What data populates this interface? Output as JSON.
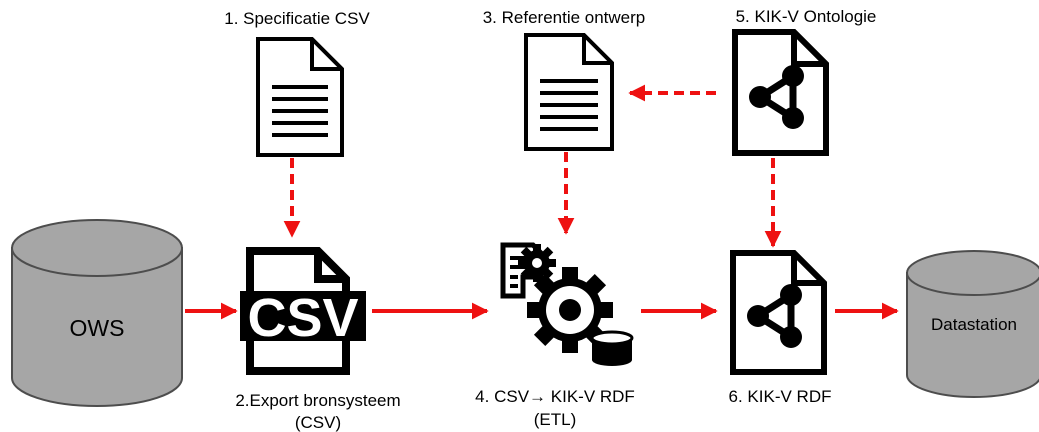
{
  "nodes": {
    "ows": {
      "label": "OWS"
    },
    "datastation": {
      "label": "Datastation"
    },
    "spec_csv": {
      "label": "1. Specificatie CSV"
    },
    "export": {
      "label_line1": "2.Export bronsysteem",
      "label_line2": "(CSV)",
      "file_text": "CSV"
    },
    "referentie": {
      "label": "3. Referentie ontwerp"
    },
    "etl": {
      "label_line1": "4. CSV→ KIK-V RDF",
      "label_line2": "(ETL)"
    },
    "ontologie": {
      "label": "5. KIK-V Ontologie"
    },
    "kikv_rdf": {
      "label": "6. KIK-V RDF"
    }
  },
  "colors": {
    "arrow": "#ee1111",
    "cylinder_fill": "#a6a6a6",
    "cylinder_stroke": "#4d4d4d",
    "icon": "#000000"
  },
  "icons": [
    "document-icon",
    "csv-file-icon",
    "share-file-icon",
    "etl-gears-icon",
    "database-icon"
  ]
}
